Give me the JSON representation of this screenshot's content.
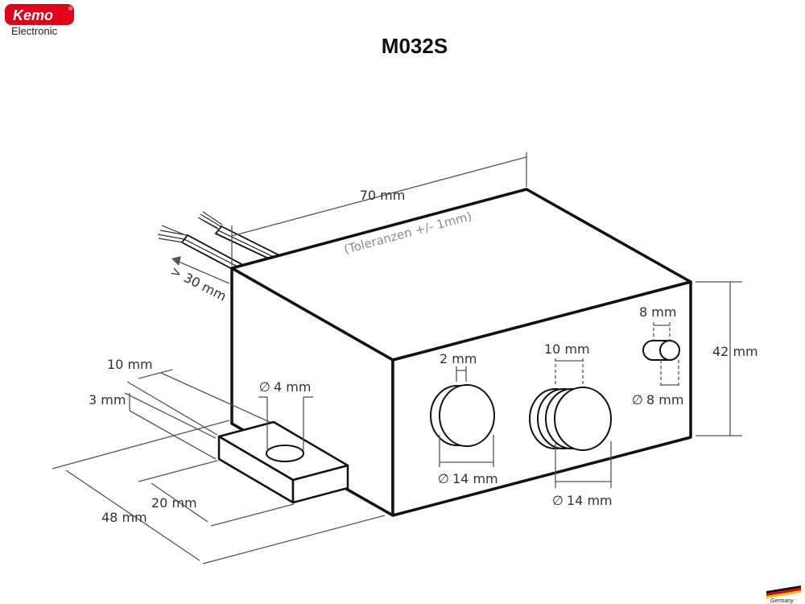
{
  "brand": {
    "name": "Kemo",
    "subtitle": "Electronic",
    "color": "#e3001b"
  },
  "title": "M032S",
  "footer": {
    "made_in": "Germany"
  },
  "dimensions": {
    "length": "70 mm",
    "tolerance": "(Toleranzen +/- 1mm)",
    "cable": "> 30 mm",
    "height": "42 mm",
    "depth": "48 mm",
    "tab_width": "10 mm",
    "tab_height": "3 mm",
    "tab_offset": "20 mm",
    "hole": "4 mm",
    "knob1_depth": "2 mm",
    "knob1_diameter": "14 mm",
    "knob2_depth": "10 mm",
    "knob2_diameter": "14 mm",
    "led_depth": "8 mm",
    "led_diameter": "8 mm"
  }
}
